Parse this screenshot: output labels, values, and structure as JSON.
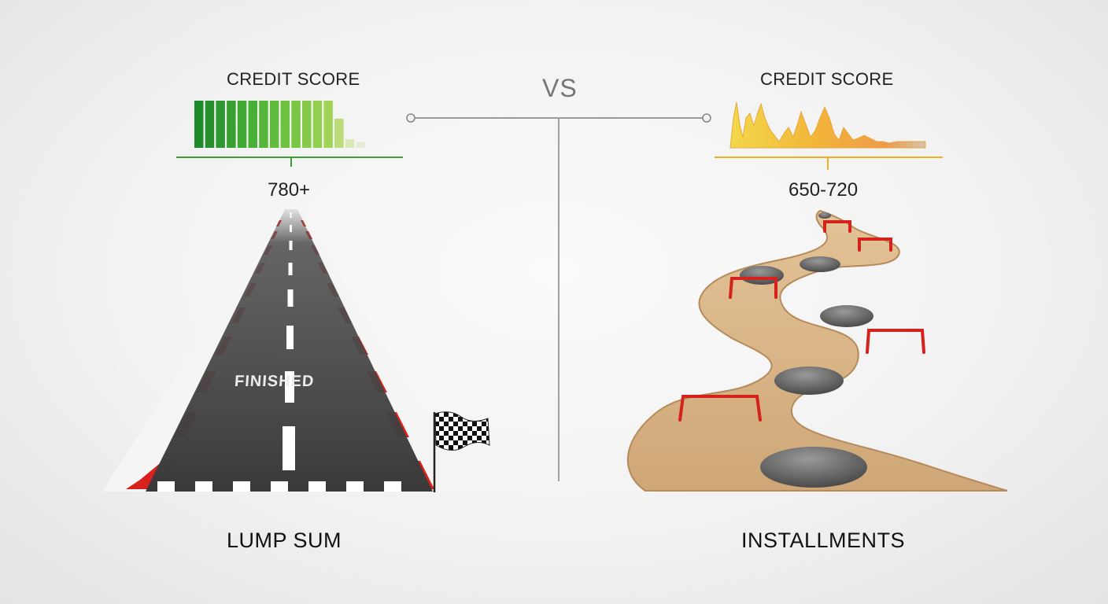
{
  "divider": {
    "vs_label": "VS"
  },
  "left": {
    "score_title": "CREDIT SCORE",
    "score_value": "780+",
    "road_text": "FINISHED",
    "bottom_label": "LUMP SUM",
    "bar_color": "#3cab2e",
    "bar_levels": [
      1,
      1,
      1,
      1,
      1,
      1,
      1,
      1,
      1,
      1,
      1,
      1,
      1,
      0.62,
      0.18,
      0.12
    ]
  },
  "right": {
    "score_title": "CREDIT SCORE",
    "score_value": "650-720",
    "bottom_label": "INSTALLMENTS",
    "line_color": "#f0b020"
  },
  "colors": {
    "road": "#3d3d3d",
    "curb_red": "#d8201c",
    "sand": "#d9b88a",
    "hurdle": "#d4221c",
    "divider_line": "#9a9a9a"
  }
}
